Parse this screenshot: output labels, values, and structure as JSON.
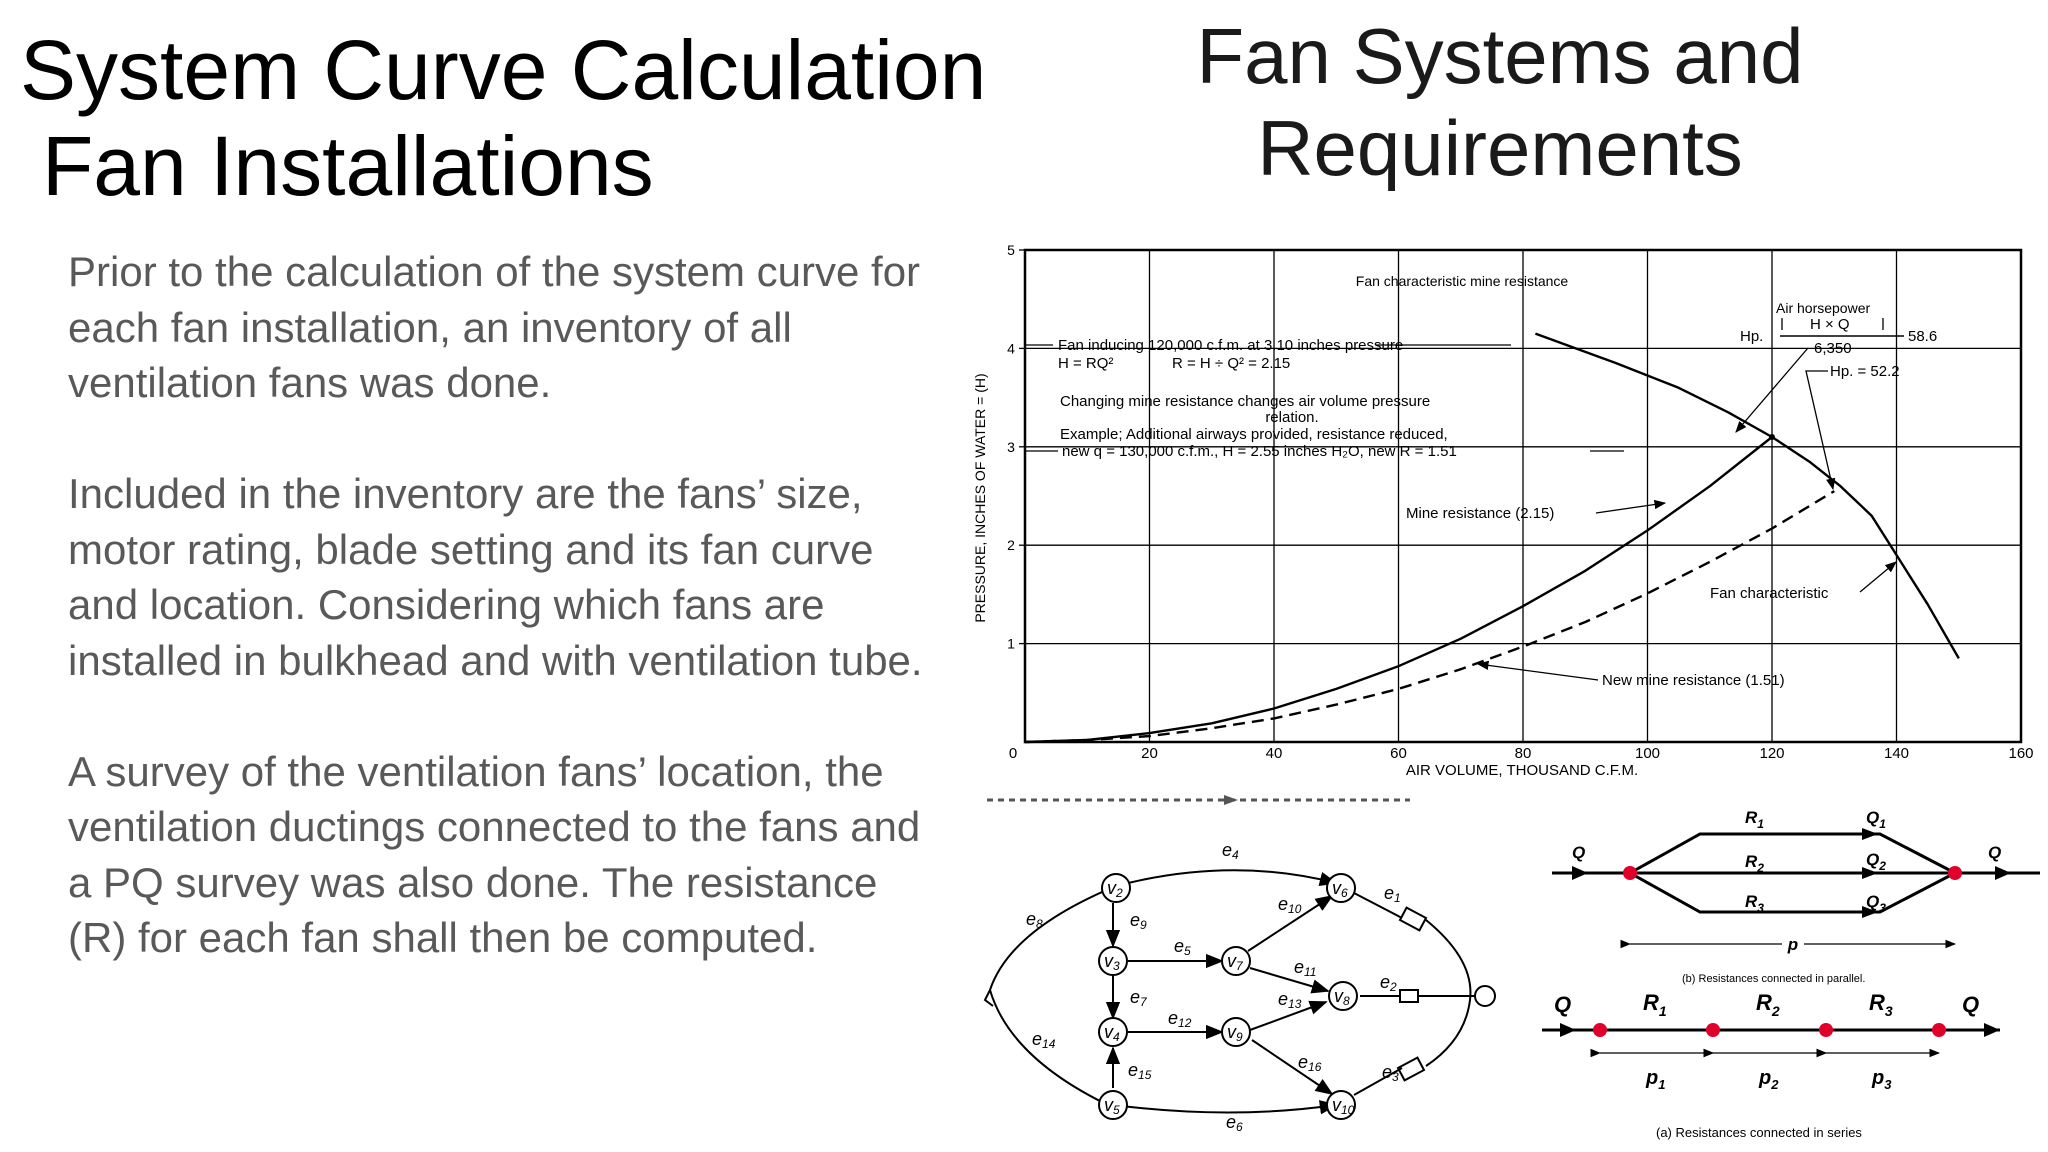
{
  "slide": {
    "title_left": [
      "System Curve Calculation",
      "Fan Installations"
    ],
    "title_right": [
      "Fan Systems and",
      "Requirements"
    ],
    "paragraphs": [
      "Prior to the calculation of the system curve for each fan installation, an inventory of all ventilation fans was done.",
      "Included in the inventory are the fans’ size, motor rating, blade setting and its fan curve and location. Considering which fans are installed in bulkhead and with ventilation tube.",
      "A survey of the ventilation fans’ location, the ventilation ductings connected to the fans and a PQ survey was also done. The resistance (R) for each fan shall then be computed."
    ]
  },
  "chart_data": {
    "type": "line",
    "xlabel": "AIR VOLUME, THOUSAND C.F.M.",
    "ylabel": "PRESSURE, INCHES OF WATER = (H)",
    "xlim": [
      0,
      160
    ],
    "ylim": [
      0,
      5
    ],
    "xticks": [
      0,
      20,
      40,
      60,
      80,
      100,
      120,
      140,
      160
    ],
    "yticks": [
      1,
      2,
      3,
      4,
      5
    ],
    "grid": true,
    "series": [
      {
        "name": "Fan characteristic",
        "style": "solid",
        "x": [
          82,
          95,
          105,
          113,
          120,
          126,
          131,
          136,
          140,
          145,
          150
        ],
        "y": [
          4.15,
          3.85,
          3.6,
          3.35,
          3.1,
          2.85,
          2.6,
          2.3,
          1.9,
          1.4,
          0.85
        ]
      },
      {
        "name": "Mine resistance (2.15)",
        "style": "solid",
        "x": [
          0,
          10,
          20,
          30,
          40,
          50,
          60,
          70,
          80,
          90,
          100,
          110,
          120
        ],
        "y": [
          0,
          0.02,
          0.09,
          0.19,
          0.34,
          0.54,
          0.77,
          1.05,
          1.38,
          1.74,
          2.15,
          2.6,
          3.1
        ]
      },
      {
        "name": "New mine resistance (1.51)",
        "style": "dashed",
        "x": [
          0,
          10,
          20,
          30,
          40,
          50,
          60,
          70,
          80,
          90,
          100,
          110,
          120,
          130
        ],
        "y": [
          0,
          0.02,
          0.06,
          0.14,
          0.24,
          0.38,
          0.54,
          0.74,
          0.97,
          1.22,
          1.51,
          1.83,
          2.17,
          2.55
        ]
      }
    ],
    "annotations": [
      "Fan characteristic mine resistance",
      "Fan inducing 120,000 c.f.m. at 3.10 inches pressure",
      "H = RQ²",
      "R = H ÷ Q² = 2.15",
      "Changing mine resistance changes air volume pressure",
      "relation.",
      "Example; Additional airways provided, resistance reduced,",
      "new q = 130,000 c.f.m., H = 2.55 inches H₂O, new R = 1.51",
      "Mine resistance (2.15)",
      "Fan characteristic",
      "New mine resistance (1.51)",
      "Air horsepower",
      "Hp.",
      "H × Q",
      "6,350",
      "58.6",
      "Hp. = 52.2"
    ]
  },
  "network": {
    "nodes": [
      "v2",
      "v3",
      "v4",
      "v5",
      "v6",
      "v7",
      "v8",
      "v9",
      "v10"
    ],
    "edges": [
      "e1",
      "e2",
      "e3",
      "e4",
      "e5",
      "e6",
      "e7",
      "e8",
      "e9",
      "e10",
      "e11",
      "e12",
      "e13",
      "e14",
      "e15",
      "e16"
    ]
  },
  "parallel": {
    "R": [
      "R",
      "R",
      "R"
    ],
    "R_sub": [
      "1",
      "2",
      "3"
    ],
    "Q_sub": [
      "1",
      "2",
      "3"
    ],
    "q": "Q",
    "p": "p",
    "caption": "(b)  Resistances connected in parallel."
  },
  "series_diagram": {
    "R": [
      "R",
      "R",
      "R"
    ],
    "R_sub": [
      "1",
      "2",
      "3"
    ],
    "p": [
      "p",
      "p",
      "p"
    ],
    "p_sub": [
      "1",
      "2",
      "3"
    ],
    "q": "Q",
    "caption": "(a)  Resistances connected in series"
  }
}
